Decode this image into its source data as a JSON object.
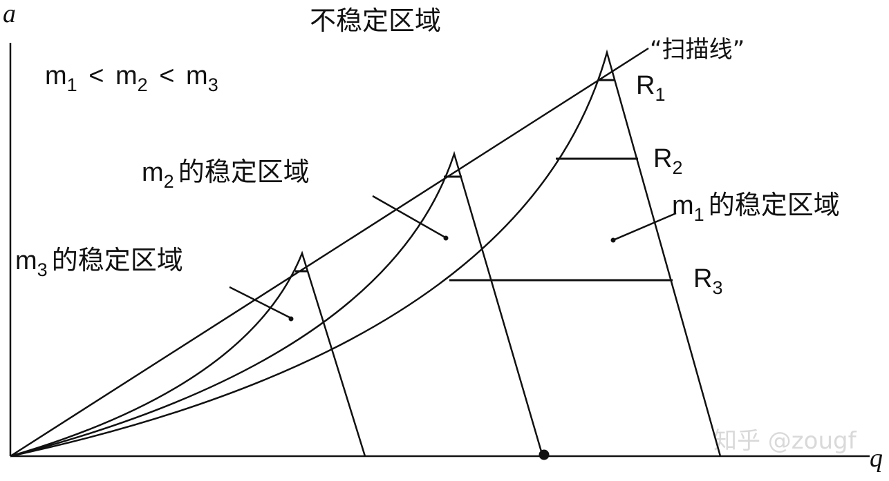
{
  "axes": {
    "y_label": "a",
    "x_label": "q"
  },
  "title": "不稳定区域",
  "scanline_label": "“扫描线”",
  "inequality": {
    "m1": "m",
    "s1": "1",
    "op1": "<",
    "m2": "m",
    "s2": "2",
    "op2": "<",
    "m3": "m",
    "s3": "3"
  },
  "regions": {
    "m1": {
      "m": "m",
      "sub": "1",
      "text": "的稳定区域"
    },
    "m2": {
      "m": "m",
      "sub": "2",
      "text": "的稳定区域"
    },
    "m3": {
      "m": "m",
      "sub": "3",
      "text": "的稳定区域"
    }
  },
  "scan_lines": {
    "r1": {
      "r": "R",
      "sub": "1"
    },
    "r2": {
      "r": "R",
      "sub": "2"
    },
    "r3": {
      "r": "R",
      "sub": "3"
    }
  },
  "watermark": "知乎 @zougf",
  "colors": {
    "ink": "#111111",
    "watermark": "#d9d9d9"
  }
}
